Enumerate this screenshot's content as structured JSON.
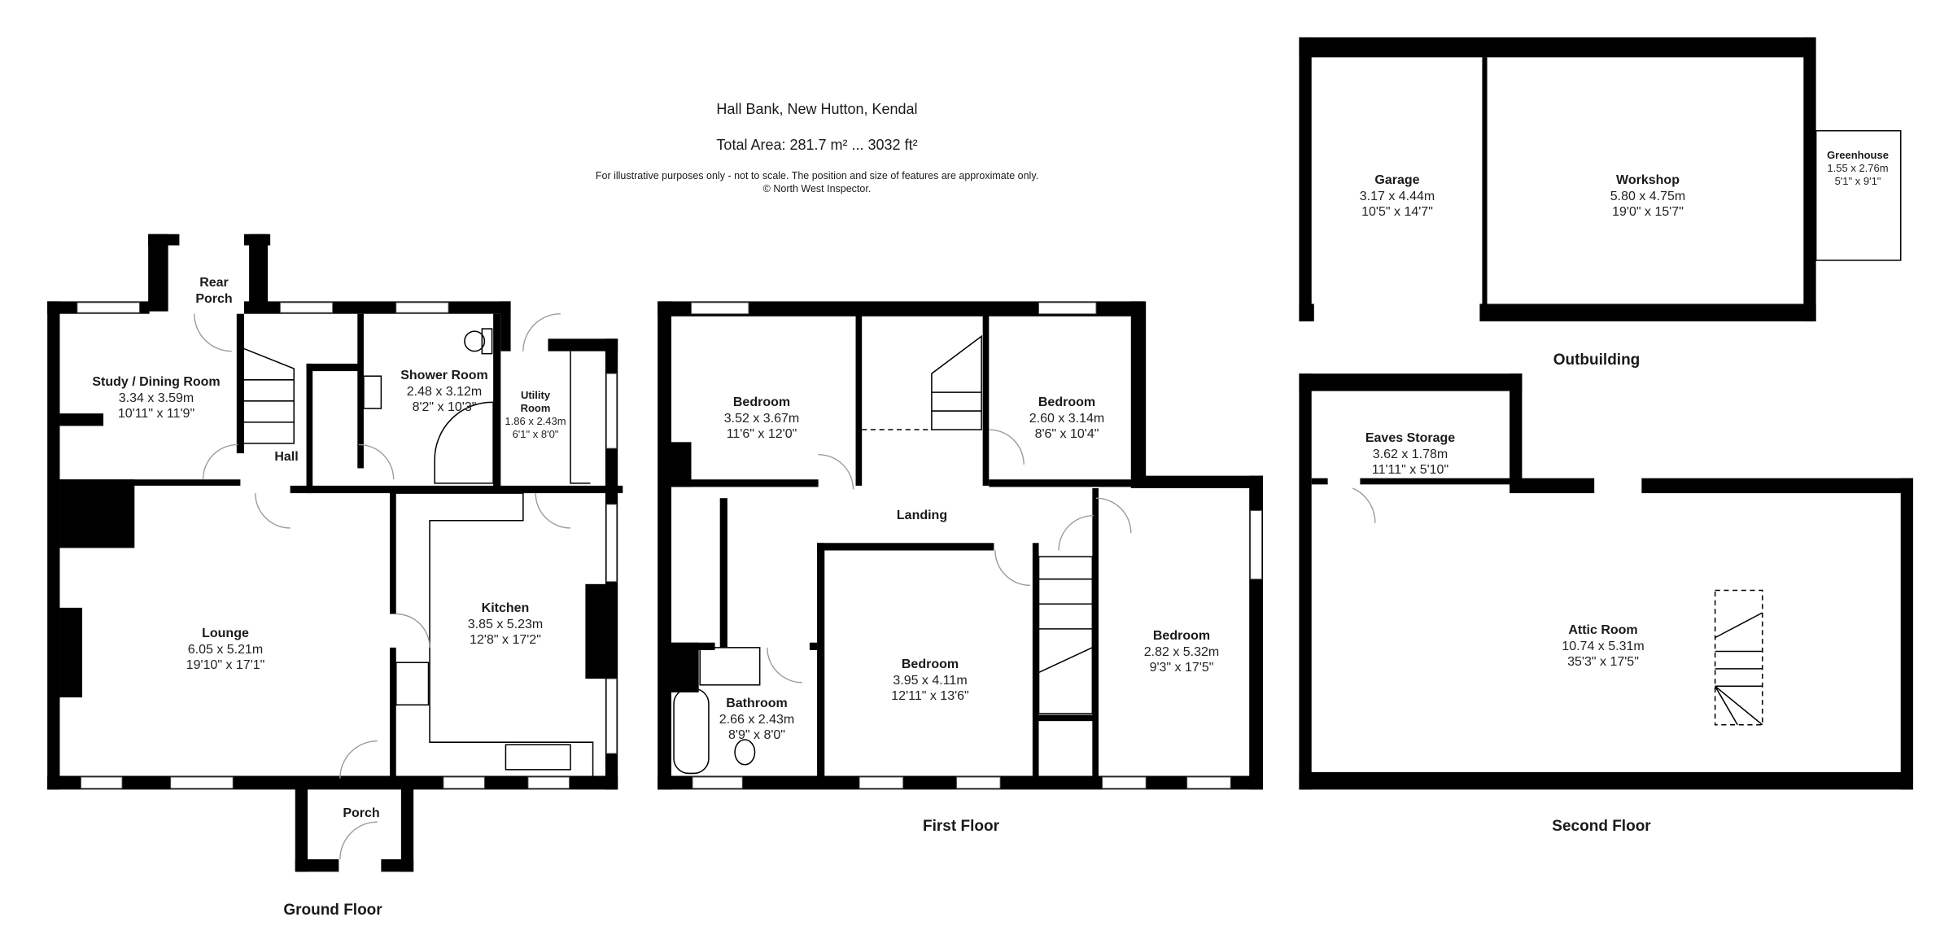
{
  "header": {
    "title": "Hall Bank, New Hutton, Kendal",
    "total_area": "Total Area: 281.7 m² ... 3032 ft²",
    "disclaimer_line1": "For illustrative purposes only - not to scale. The position and size of features are approximate only.",
    "disclaimer_line2": "© North West Inspector."
  },
  "floors": {
    "ground": {
      "label": "Ground Floor",
      "rooms": [
        {
          "name": "Rear Porch",
          "line2": "",
          "metric": "",
          "imperial": ""
        },
        {
          "name": "Study / Dining Room",
          "metric": "3.34 x 3.59m",
          "imperial": "10'11\" x 11'9\""
        },
        {
          "name": "Hall",
          "metric": "",
          "imperial": ""
        },
        {
          "name": "Shower Room",
          "metric": "2.48 x 3.12m",
          "imperial": "8'2\" x 10'3\""
        },
        {
          "name": "Utility Room",
          "metric": "1.86 x 2.43m",
          "imperial": "6'1\" x 8'0\""
        },
        {
          "name": "Lounge",
          "metric": "6.05 x 5.21m",
          "imperial": "19'10\" x 17'1\""
        },
        {
          "name": "Kitchen",
          "metric": "3.85 x 5.23m",
          "imperial": "12'8\" x 17'2\""
        },
        {
          "name": "Porch",
          "metric": "",
          "imperial": ""
        }
      ]
    },
    "first": {
      "label": "First Floor",
      "rooms": [
        {
          "name": "Bedroom",
          "metric": "3.52 x 3.67m",
          "imperial": "11'6\" x 12'0\""
        },
        {
          "name": "Bedroom",
          "metric": "2.60 x 3.14m",
          "imperial": "8'6\" x 10'4\""
        },
        {
          "name": "Landing",
          "metric": "",
          "imperial": ""
        },
        {
          "name": "Bedroom",
          "metric": "3.95 x 4.11m",
          "imperial": "12'11\" x 13'6\""
        },
        {
          "name": "Bedroom",
          "metric": "2.82 x 5.32m",
          "imperial": "9'3\" x 17'5\""
        },
        {
          "name": "Bathroom",
          "metric": "2.66 x 2.43m",
          "imperial": "8'9\" x 8'0\""
        }
      ]
    },
    "outbuilding": {
      "label": "Outbuilding",
      "rooms": [
        {
          "name": "Garage",
          "metric": "3.17 x 4.44m",
          "imperial": "10'5\" x 14'7\""
        },
        {
          "name": "Workshop",
          "metric": "5.80 x 4.75m",
          "imperial": "19'0\" x 15'7\""
        },
        {
          "name": "Greenhouse",
          "metric": "1.55 x 2.76m",
          "imperial": "5'1\" x 9'1\""
        }
      ]
    },
    "second": {
      "label": "Second Floor",
      "rooms": [
        {
          "name": "Eaves Storage",
          "metric": "3.62 x 1.78m",
          "imperial": "11'11\" x 5'10\""
        },
        {
          "name": "Attic Room",
          "metric": "10.74 x 5.31m",
          "imperial": "35'3\" x 17'5\""
        }
      ]
    }
  },
  "colors": {
    "wall": "#000000",
    "background": "#ffffff",
    "door_arc": "#9a9a9a"
  }
}
